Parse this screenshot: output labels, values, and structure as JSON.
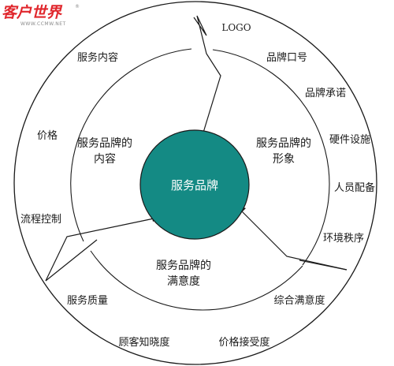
{
  "watermark": {
    "name": "客户世界",
    "url": "WWW.CCMW.NET",
    "reg": "®",
    "color": "#e0262c"
  },
  "center": {
    "label": "服务品牌",
    "fill": "#148a84"
  },
  "middle_sectors": [
    {
      "id": "content",
      "lines": [
        "服务品牌的",
        "内容"
      ]
    },
    {
      "id": "image",
      "lines": [
        "服务品牌的",
        "形象"
      ]
    },
    {
      "id": "satisfaction",
      "lines": [
        "服务品牌的",
        "满意度"
      ]
    }
  ],
  "inner_ring_label": "服务内容",
  "outer_labels": {
    "logo": "LOGO",
    "brand_slogan": "品牌口号",
    "brand_promise": "品牌承诺",
    "hardware": "硬件设施",
    "staffing": "人员配备",
    "environment": "环境秩序",
    "overall_satisfaction": "综合满意度",
    "price_acceptance": "价格接受度",
    "customer_awareness": "顾客知晓度",
    "service_quality": "服务质量",
    "process_control": "流程控制",
    "price": "价格"
  }
}
